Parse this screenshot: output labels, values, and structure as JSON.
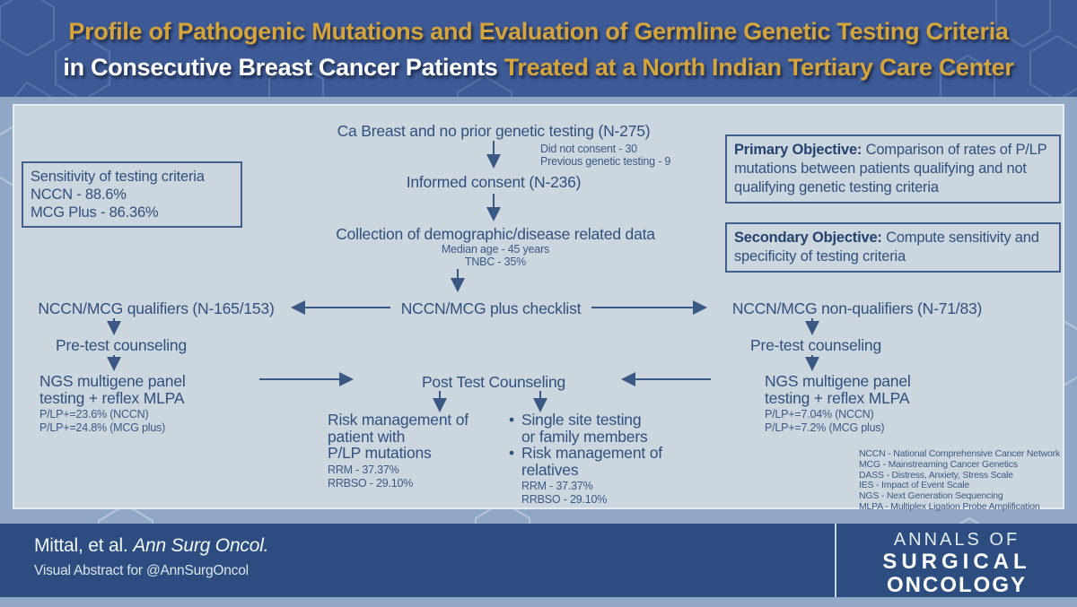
{
  "title": {
    "line1": "Profile of Pathogenic Mutations and Evaluation of Germline Genetic Testing Criteria",
    "line2_white": "in Consecutive Breast Cancer Patients",
    "line2_gold": " Treated at a North Indian Tertiary Care Center"
  },
  "colors": {
    "header_blue": "#3d5a96",
    "page_light_blue": "#90a8c5",
    "panel_bg": "#cbd6de",
    "navy_text": "#30517f",
    "gold": "#d5a43b",
    "footer_navy": "#2d4d80"
  },
  "flow": {
    "top": "Ca Breast and no prior genetic testing (N-275)",
    "exclusions": [
      "Did not consent - 30",
      "Previous genetic testing - 9"
    ],
    "consent": "Informed consent (N-236)",
    "collection": "Collection of demographic/disease related data",
    "collection_notes": [
      "Median age - 45 years",
      "TNBC - 35%"
    ],
    "checklist": "NCCN/MCG plus checklist",
    "qualifiers": "NCCN/MCG qualifiers (N-165/153)",
    "nonqualifiers": "NCCN/MCG non-qualifiers (N-71/83)",
    "pretest_left": "Pre-test counseling",
    "pretest_right": "Pre-test counseling",
    "ngs_left": {
      "lines": [
        "NGS multigene panel",
        "testing + reflex MLPA"
      ],
      "notes": [
        "P/LP+=23.6% (NCCN)",
        "P/LP+=24.8% (MCG plus)"
      ]
    },
    "ngs_right": {
      "lines": [
        "NGS multigene panel",
        "testing + reflex MLPA"
      ],
      "notes": [
        "P/LP+=7.04% (NCCN)",
        "P/LP+=7.2% (MCG plus)"
      ]
    },
    "posttest": "Post Test Counseling",
    "risk_left": {
      "lines": [
        "Risk management of",
        "patient with",
        "P/LP mutations"
      ],
      "notes": [
        "RRM - 37.37%",
        "RRBSO - 29.10%"
      ]
    },
    "risk_right": {
      "bullet_mark": "•",
      "bullets": [
        {
          "lines": [
            "Single site testing",
            "or family members"
          ]
        },
        {
          "lines": [
            "Risk management of",
            "relatives"
          ]
        }
      ],
      "notes": [
        "RRM - 37.37%",
        "RRBSO - 29.10%"
      ]
    }
  },
  "boxes": {
    "sensitivity": {
      "title": "Sensitivity of testing criteria",
      "lines": [
        "NCCN - 88.6%",
        "MCG Plus - 86.36%"
      ]
    },
    "primary": {
      "label": "Primary Objective:",
      "text": " Comparison of rates of P/LP mutations between patients qualifying and not qualifying genetic testing criteria"
    },
    "secondary": {
      "label": "Secondary Objective:",
      "text": " Compute sensitivity and specificity of testing criteria"
    }
  },
  "abbreviations": [
    "NCCN - National Comprehensive Cancer Network",
    "MCG - Mainstreaming Cancer Genetics",
    "DASS - Distress, Anxiety, Stress Scale",
    "IES - Impact of Event Scale",
    "NGS - Next Generation Sequencing",
    "MLPA - Multiplex Ligation Probe Amplification"
  ],
  "footer": {
    "citation_normal": "Mittal, et al. ",
    "citation_italic": "Ann Surg Oncol.",
    "subtitle": "Visual Abstract for @AnnSurgOncol",
    "journal_line1": "ANNALS OF",
    "journal_line2": "SURGICAL",
    "journal_line3": "ONCOLOGY"
  }
}
